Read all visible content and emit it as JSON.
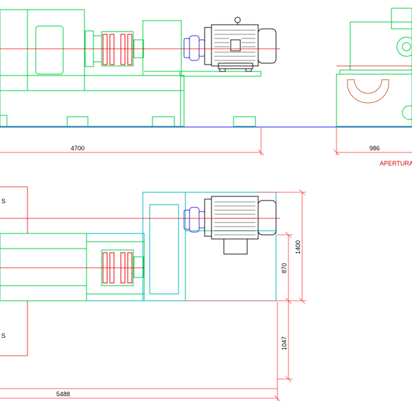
{
  "dimensions": {
    "top_length": "4700",
    "side_width": "986",
    "plan_length": "5488",
    "height_total": "1400",
    "height_shaft": "870",
    "base_depth": "1047"
  },
  "labels": {
    "opening_note": "APERTURA",
    "left_cut_1": "S",
    "left_cut_2": "S"
  },
  "colors": {
    "frame": "#00cc44",
    "base": "#00b8b8",
    "center_line": "#e00000",
    "coupling": "#3333cc",
    "motor": "#111111",
    "dimension": "#ff3333",
    "ground": "#1a1aff",
    "hatch": "#cc6633"
  }
}
